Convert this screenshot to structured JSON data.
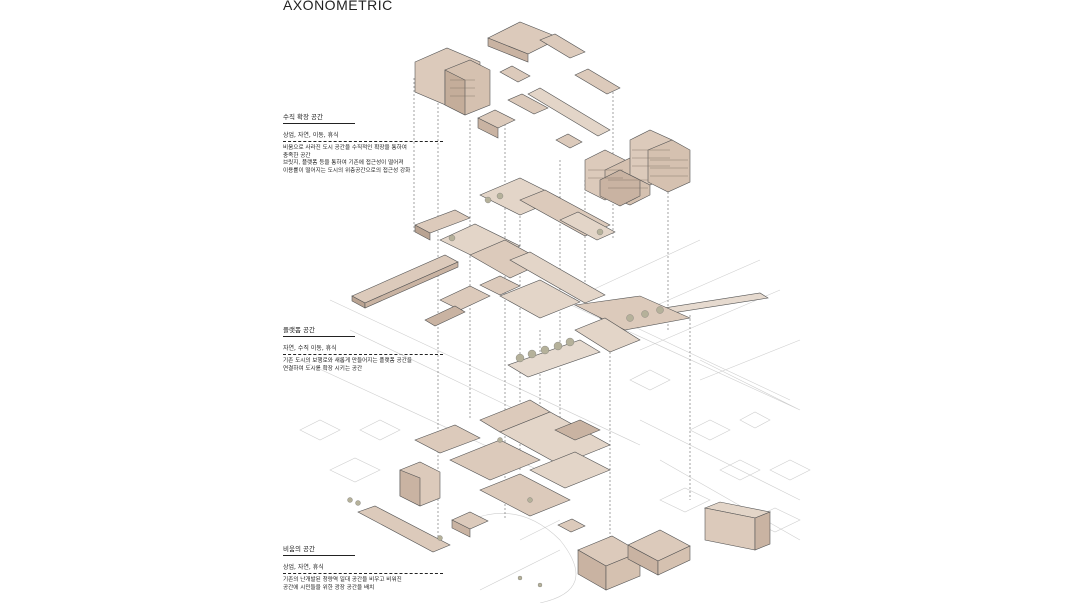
{
  "title": "AXONOMETRIC",
  "sections": [
    {
      "heading": "수직 확장 공간",
      "tags": "상업, 자연, 이동, 휴식",
      "description": "비움으로 사라진 도시 공간을 수직적인 확장을 통하여\n충족한 공간\n브릿지, 플랫폼 등을 통하여 기존에 접근성이 떨어져\n이용률이 떨어지는 도시의 위층공간으로의 접근성 강화"
    },
    {
      "heading": "플랫폼 공간",
      "tags": "자연, 수직 이동, 휴식",
      "description": "기존 도시의 보행로와 새롭게 만들어지는 플랫폼 공간을\n연결하여 도시를 확장 시키는 공간"
    },
    {
      "heading": "비움의 공간",
      "tags": "상업, 자연, 휴식",
      "description": "기존의 난개발된 청량역 일대 공간을 비우고 비워진\n공간에 시민들을 위한 광장 공간을 배치"
    }
  ],
  "colors": {
    "mass": "#dccabb",
    "mass_dark": "#c9b3a2",
    "line": "#555555",
    "context": "#c8c8c8"
  }
}
